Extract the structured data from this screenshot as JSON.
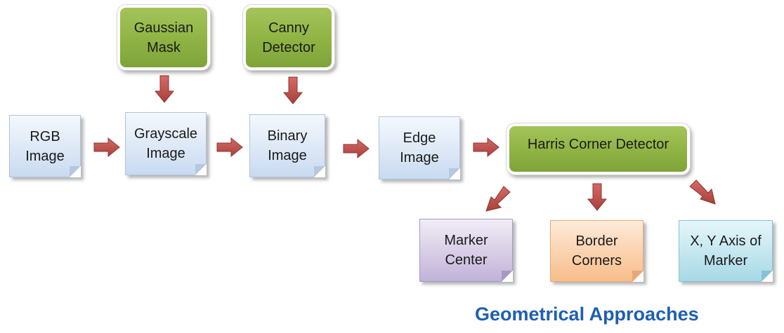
{
  "nodes": {
    "gaussian_mask": "Gaussian\nMask",
    "canny_detector": "Canny\nDetector",
    "rgb_image": "RGB\nImage",
    "grayscale_image": "Grayscale\nImage",
    "binary_image": "Binary\nImage",
    "edge_image": "Edge\nImage",
    "harris_corner_detector": "Harris Corner Detector",
    "marker_center": "Marker\nCenter",
    "border_corners": "Border\nCorners",
    "xy_axis_of_marker": "X, Y Axis of\nMarker"
  },
  "colors": {
    "arrow": "#c0504d",
    "green_box": "#8fb343",
    "footer_text": "#1e5fb3"
  },
  "footer": {
    "title": "Geometrical Approaches"
  }
}
